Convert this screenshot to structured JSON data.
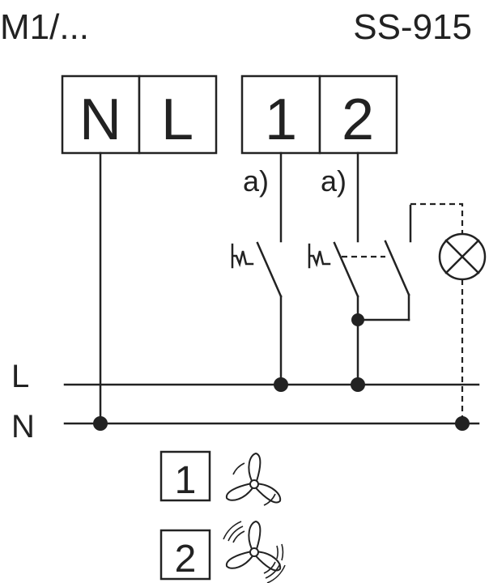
{
  "header": {
    "left_label": "M1/...",
    "right_label": "SS-915"
  },
  "terminals": [
    {
      "label": "N"
    },
    {
      "label": "L"
    },
    {
      "label": "1"
    },
    {
      "label": "2"
    }
  ],
  "contact_notes": [
    "a)",
    "a)"
  ],
  "rails": {
    "live_label": "L",
    "neutral_label": "N"
  },
  "legend": [
    {
      "key": "1",
      "icon": "fan-low-speed-icon"
    },
    {
      "key": "2",
      "icon": "fan-high-speed-icon"
    }
  ],
  "colors": {
    "ink": "#222222",
    "background": "#ffffff"
  }
}
